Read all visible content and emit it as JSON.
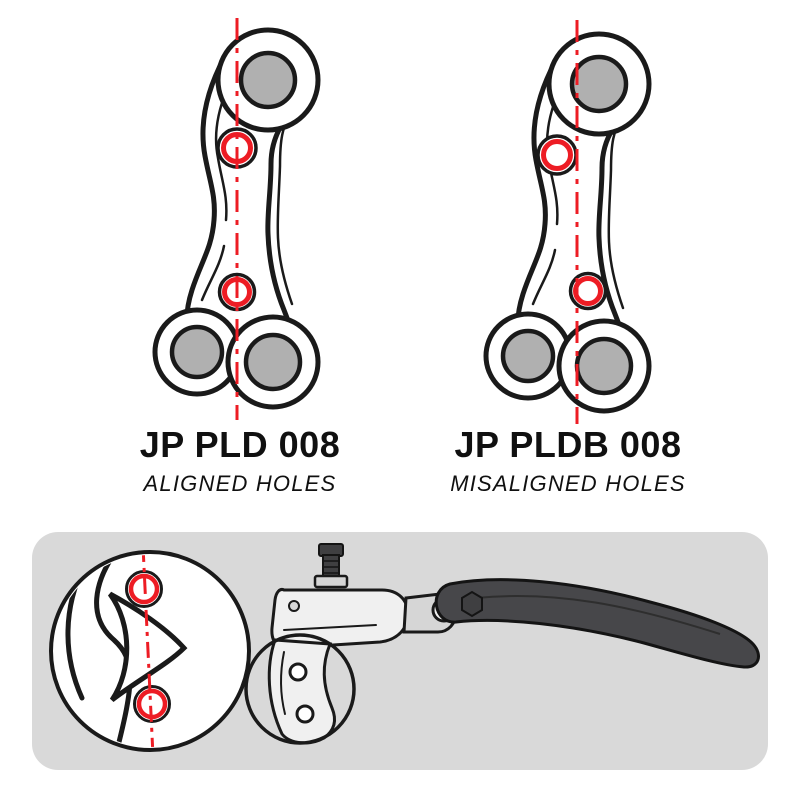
{
  "figures": {
    "left": {
      "title": "JP PLD 008",
      "caption": "ALIGNED HOLES"
    },
    "right": {
      "title": "JP PLDB 008",
      "caption": "MISALIGNED HOLES"
    }
  },
  "colors": {
    "accent_red": "#ed1c24",
    "panel_gray": "#d9d9d9",
    "hole_gray": "#b0b0b0",
    "outline_black": "#1a1a1a",
    "lever_dark": "#47474a"
  }
}
